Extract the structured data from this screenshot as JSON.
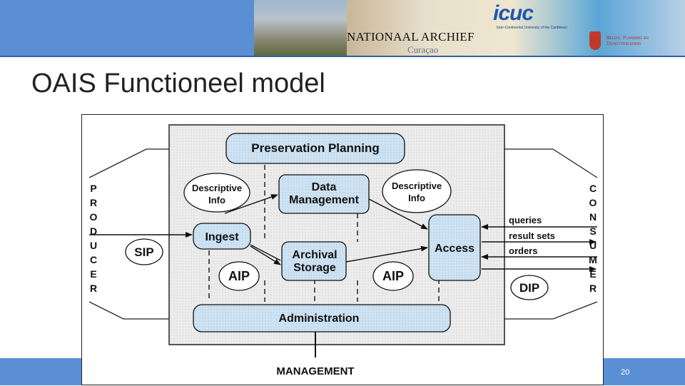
{
  "header": {
    "archive_name": "NATIONAAL ARCHIEF",
    "archive_place": "Curaçao",
    "university_logo": "icuc",
    "university_sub": "Inter-Continental University of the Caribbean",
    "department": [
      "Beleid, Planning en",
      "Dienstverlening"
    ]
  },
  "slide": {
    "title": "OAIS Functioneel model",
    "page_number": "20"
  },
  "diagram": {
    "producer_letters": [
      "P",
      "R",
      "O",
      "D",
      "U",
      "C",
      "E",
      "R"
    ],
    "consumer_letters": [
      "C",
      "O",
      "N",
      "S",
      "U",
      "M",
      "E",
      "R"
    ],
    "preservation_planning": "Preservation Planning",
    "descriptive_info_left": [
      "Descriptive",
      "Info"
    ],
    "descriptive_info_right": [
      "Descriptive",
      "Info"
    ],
    "data_management": [
      "Data",
      "Management"
    ],
    "ingest": "Ingest",
    "access": "Access",
    "archival_storage": [
      "Archival",
      "Storage"
    ],
    "administration": "Administration",
    "sip": "SIP",
    "aip_left": "AIP",
    "aip_right": "AIP",
    "dip": "DIP",
    "queries": "queries",
    "result_sets": "result sets",
    "orders": "orders",
    "management": "MANAGEMENT"
  },
  "colors": {
    "topbar": "#5b8fd4",
    "box_fill": "#cfe3f3",
    "panel_fill": "#e6e6e6"
  }
}
